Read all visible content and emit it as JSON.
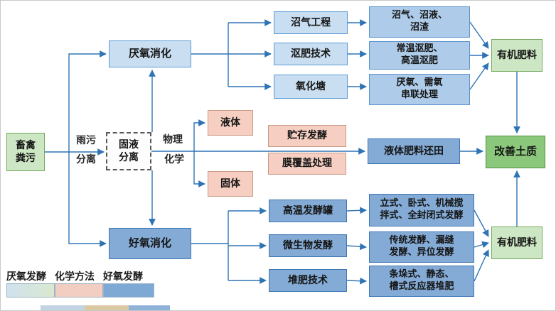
{
  "nodes": {
    "livestock": {
      "line1": "畜禽",
      "line2": "粪污"
    },
    "rain_sewage": {
      "line1": "雨污",
      "line2": "分离"
    },
    "solid_liquid_separation": {
      "line1": "固液",
      "line2": "分离"
    },
    "physical": "物理",
    "chemical": "化学",
    "anaerobic_digestion": "厌氧消化",
    "biogas_project": "沼气工程",
    "retting_technology": "沤肥技术",
    "oxidation_pond": "氧化塘",
    "biogas_products": {
      "line1": "沼气、沼液、",
      "line2": "沼渣"
    },
    "retting_products": {
      "line1": "常温沤肥、",
      "line2": "高温沤肥"
    },
    "pond_products": {
      "line1": "厌氧、需氧",
      "line2": "串联处理"
    },
    "organic_fertilizer": "有机肥料",
    "liquid": "液体",
    "solid": "固体",
    "storage_fermentation": "贮存发酵",
    "membrane_covering": "膜覆盖处理",
    "liquid_fertilizer_return": "液体肥料还田",
    "improve_soil": "改善土质",
    "aerobic_digestion": "好氧消化",
    "high_temp_fermenter": "高温发酵罐",
    "microbial_fermentation": "微生物发酵",
    "composting_technology": "堆肥技术",
    "fermenter_types": {
      "line1": "立式、卧式、机械搅",
      "line2": "拌式、全封闭式发酵"
    },
    "microbial_types": {
      "line1": "传统发酵、漏缝",
      "line2": "发酵、异位发酵"
    },
    "composting_types": {
      "line1": "条垛式、静态、",
      "line2": "槽式反应器堆肥"
    }
  },
  "legend": {
    "anaerobic": "厌氧发酵",
    "chemical": "化学方法",
    "aerobic": "好氧发酵"
  },
  "colors": {
    "light_green": "#cde6c3",
    "green": "#8cc87c",
    "light_blue": "#c9def0",
    "mid_blue": "#aecce9",
    "dark_blue": "#84abd6",
    "pink": "#f6cfc2",
    "arrow": "#2e74b5"
  }
}
